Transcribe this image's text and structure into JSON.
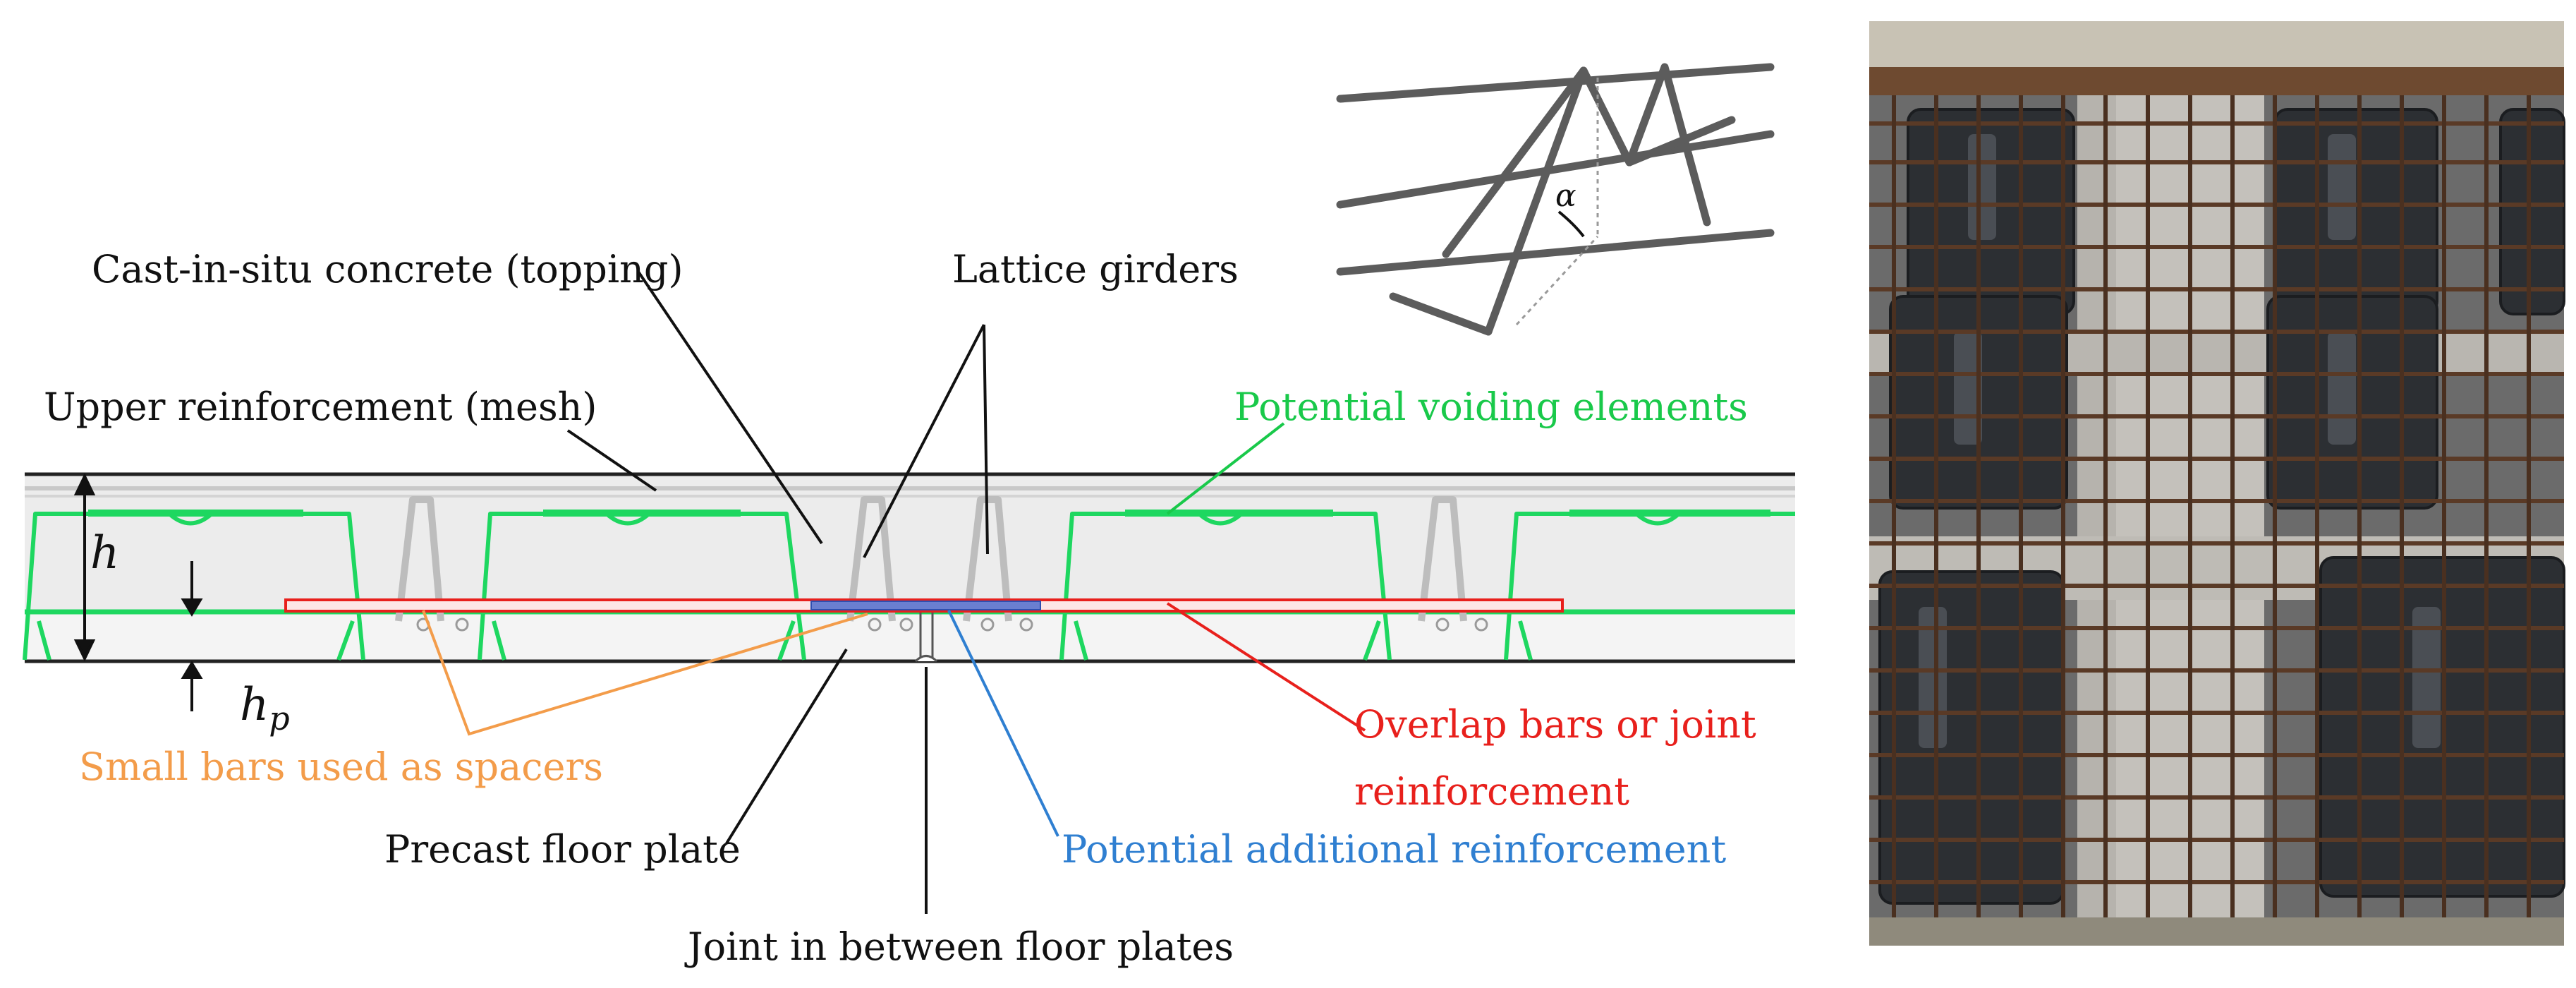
{
  "colors": {
    "text": "#111111",
    "voiding": "#19c94a",
    "spacers": "#f39c4a",
    "overlap": "#e8201c",
    "additional": "#2f7fd1",
    "slab_fill": "#ececec",
    "girder": "#bdbdbd"
  },
  "labels": {
    "topping": "Cast-in-situ concrete (topping)",
    "lattice": "Lattice girders",
    "mesh": "Upper reinforcement (mesh)",
    "voiding": "Potential voiding elements",
    "h": "h",
    "hp_main": "h",
    "hp_sub": "p",
    "spacers": "Small bars used as spacers",
    "overlap_line1": "Overlap bars or joint",
    "overlap_line2": "reinforcement",
    "precast": "Precast floor plate",
    "additional": "Potential additional reinforcement",
    "joint": "Joint in between floor plates",
    "alpha": "α"
  }
}
